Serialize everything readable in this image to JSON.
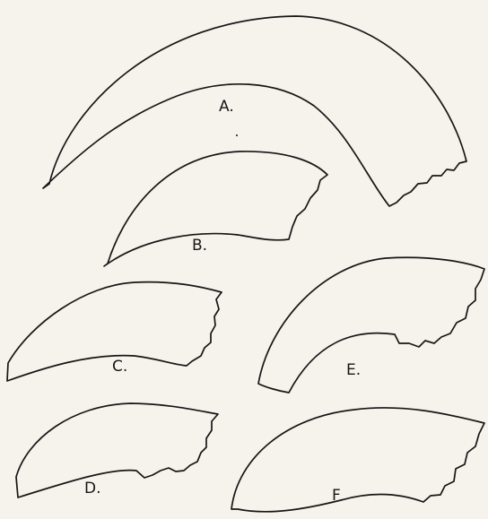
{
  "figure": {
    "background": "#f5f3ec",
    "ink": "#161616",
    "labels": {
      "a": "A.",
      "b": "B.",
      "c": "C.",
      "d": "D.",
      "e": "E.",
      "f": "F"
    }
  }
}
